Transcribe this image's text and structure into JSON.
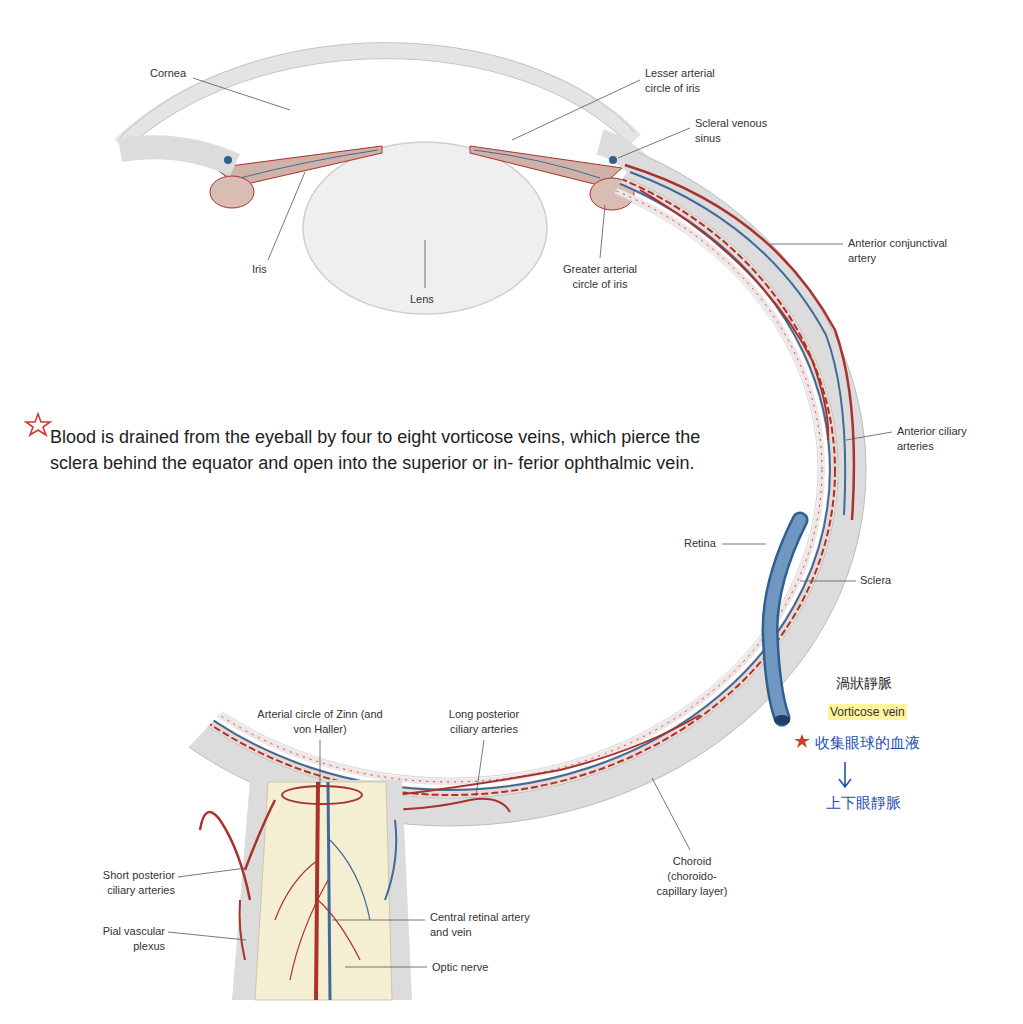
{
  "diagram": {
    "labels": [
      "Cornea",
      "Lesser arterial circle of iris",
      "Scleral venous sinus",
      "Anterior conjunctival artery",
      "Iris",
      "Lens",
      "Greater arterial circle of iris",
      "Anterior ciliary arteries",
      "Blood is drained from the eyeball by four to eight vorticose veins, which pierce the sclera behind the equator and open into the superior or in- ferior ophthalmic vein.",
      "Retina",
      "Sclera",
      "渦狀靜脈",
      "Vorticose vein",
      "收集眼球的血液",
      "上下眼靜脈",
      "Arterial circle of Zinn (and von Haller)",
      "Long posterior ciliary arteries",
      "Short posterior ciliary arteries",
      "Pial vascular plexus",
      "Central retinal artery and vein",
      "Choroid (choroido- capillary layer)",
      "Optic nerve"
    ]
  }
}
